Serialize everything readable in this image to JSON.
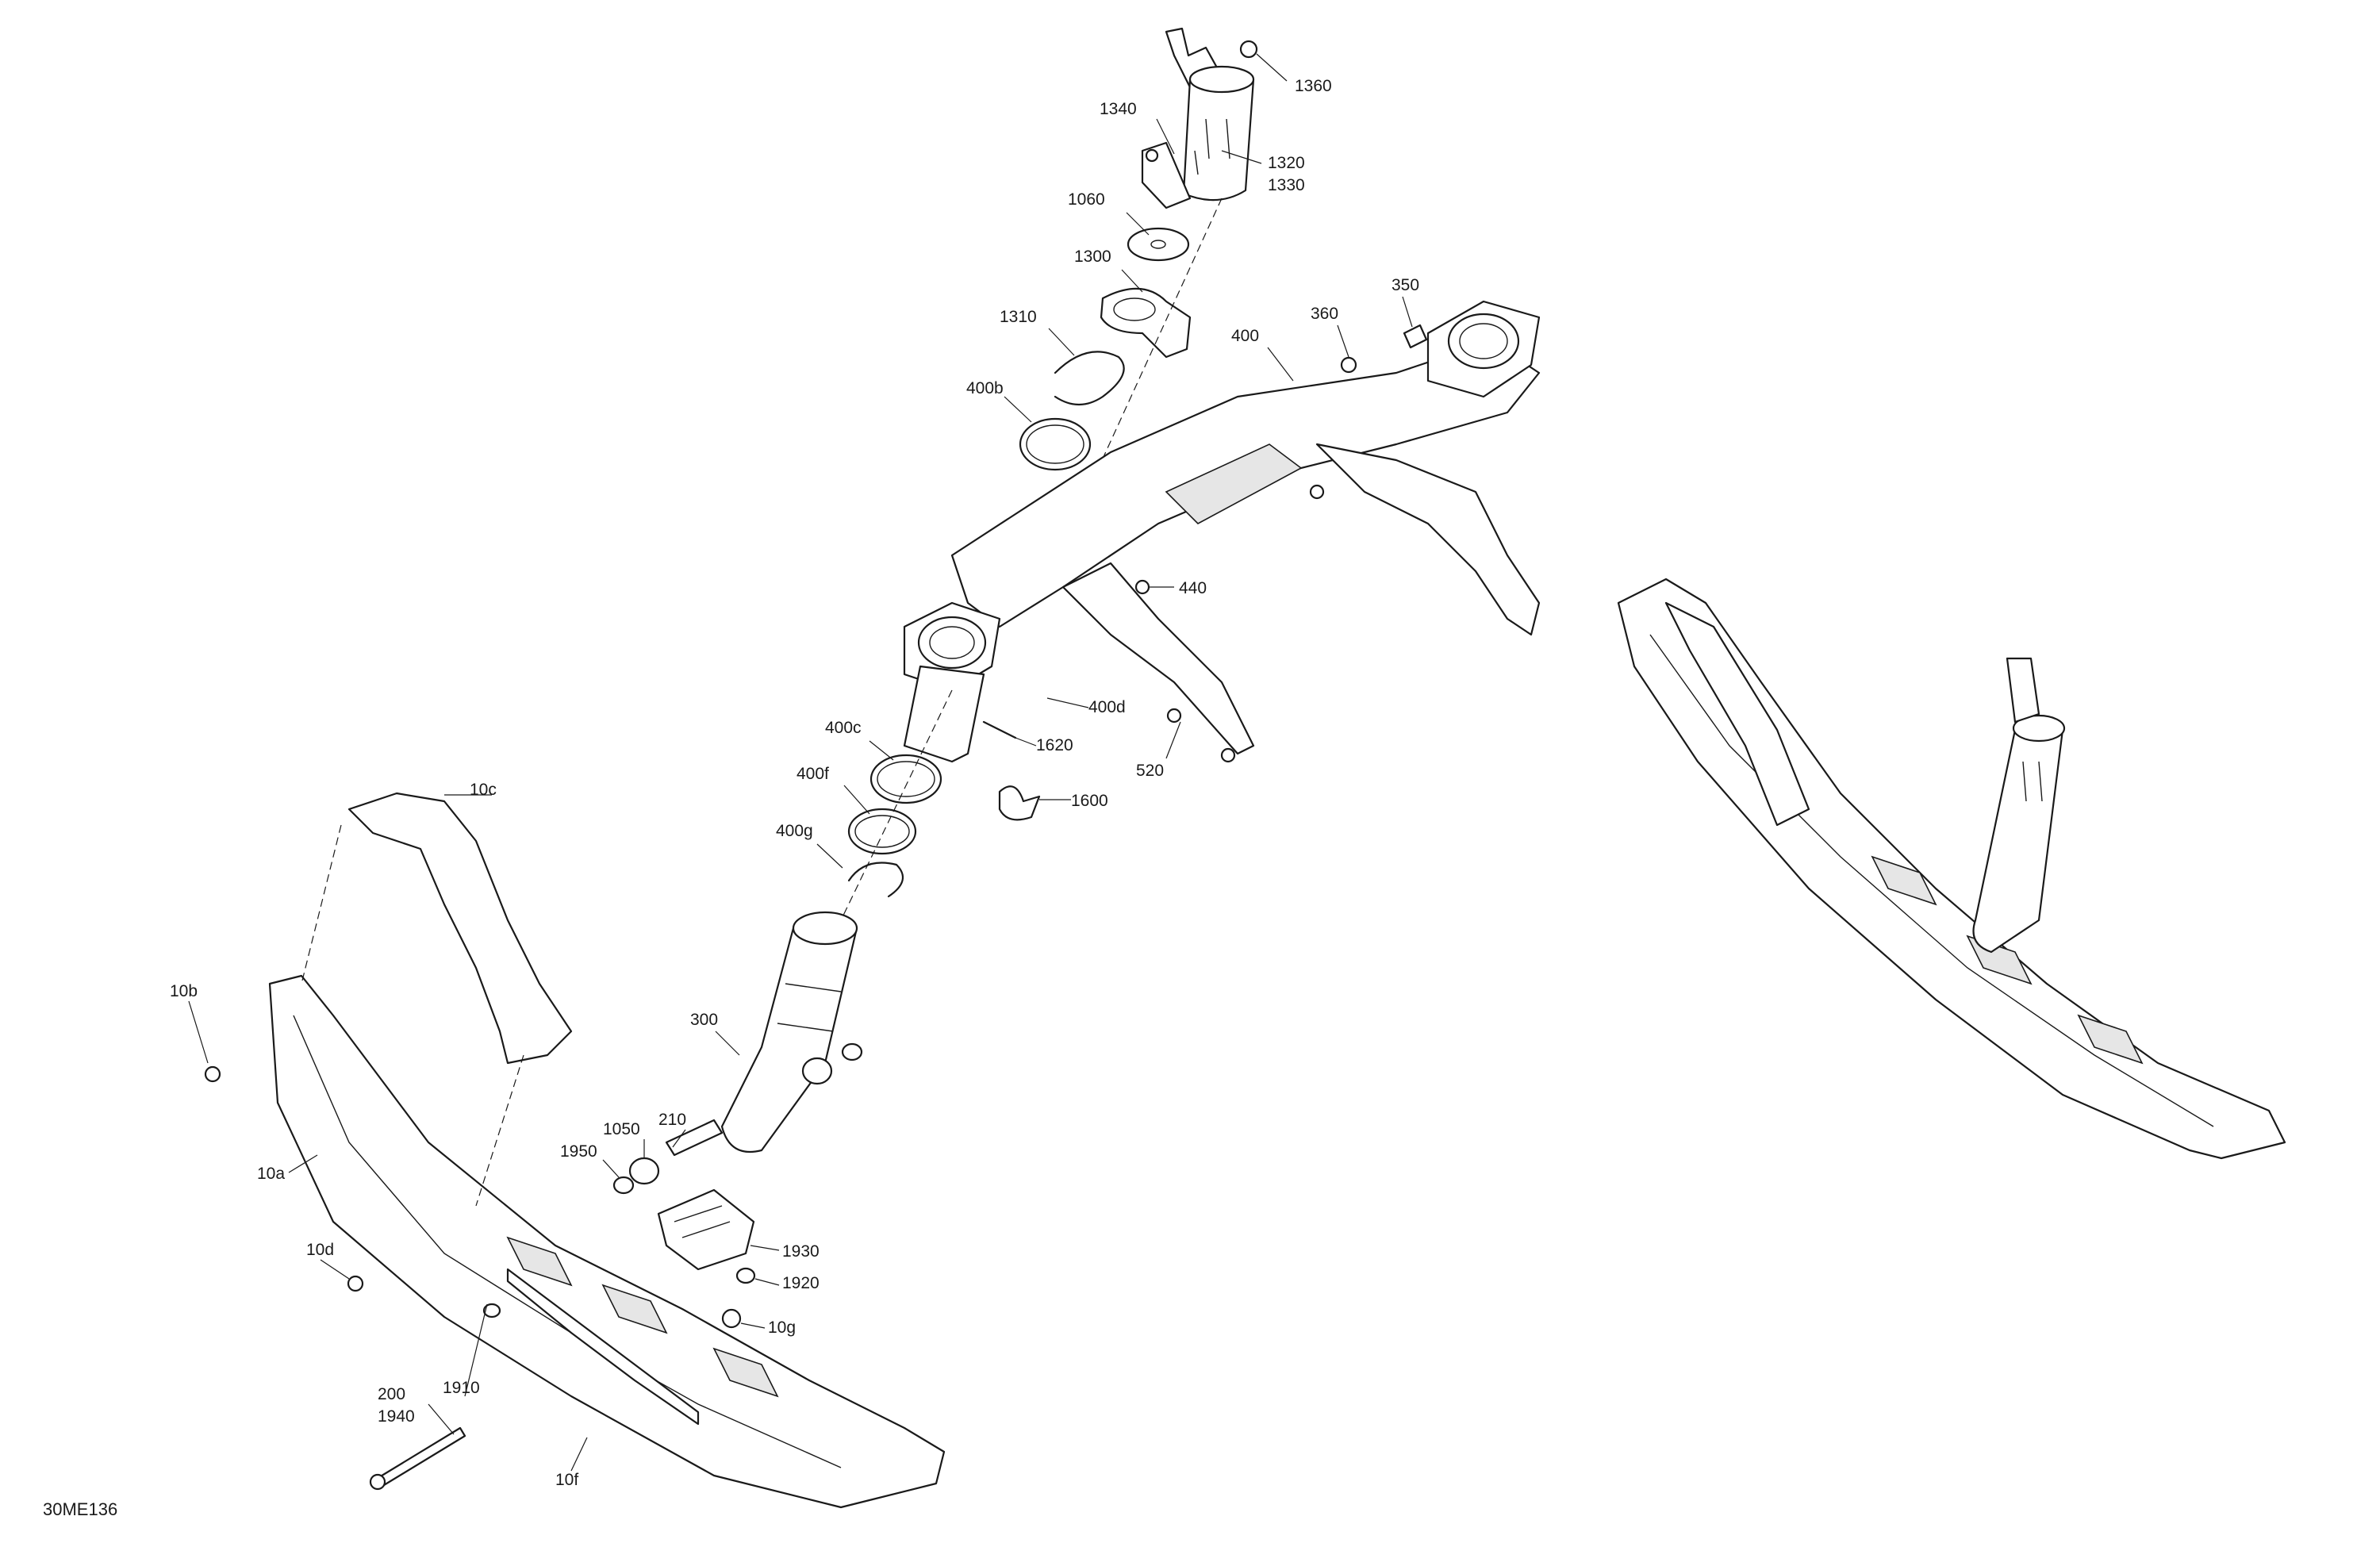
{
  "reference_code": "30ME136",
  "callouts": {
    "c1360": "1360",
    "c1340": "1340",
    "c1320": "1320",
    "c1330": "1330",
    "c1060": "1060",
    "c1300": "1300",
    "c1310": "1310",
    "c350": "350",
    "c360": "360",
    "c400": "400",
    "c400b": "400b",
    "c440": "440",
    "c400d": "400d",
    "c1620": "1620",
    "c520": "520",
    "c1600": "1600",
    "c400c": "400c",
    "c400f": "400f",
    "c400g": "400g",
    "c10c": "10c",
    "c10b": "10b",
    "c300": "300",
    "c210": "210",
    "c1050": "1050",
    "c1950": "1950",
    "c10a": "10a",
    "c1930": "1930",
    "c10d": "10d",
    "c1920": "1920",
    "c10g": "10g",
    "c1910": "1910",
    "c200": "200",
    "c1940": "1940",
    "c10f": "10f"
  }
}
